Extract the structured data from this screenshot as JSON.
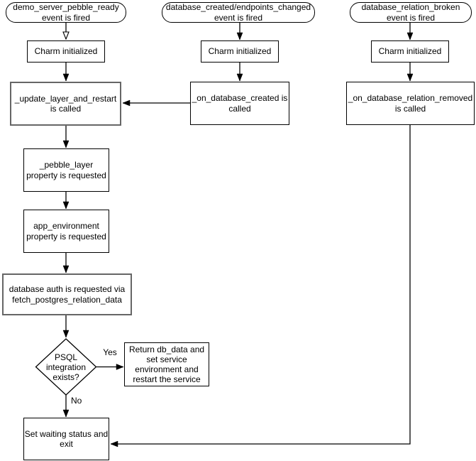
{
  "diagram": {
    "type": "flowchart",
    "colors": {
      "background": "#ffffff",
      "node_fill": "#ffffff",
      "node_border": "#000000",
      "emphasis_border": "#666666",
      "text": "#000000"
    },
    "nodes": {
      "event_pebble_ready": {
        "shape": "rounded",
        "lines": [
          "demo_server_pebble_ready",
          "event is fired"
        ]
      },
      "event_database_created": {
        "shape": "rounded",
        "lines": [
          "database_created/endpoints_changed",
          "event is fired"
        ]
      },
      "event_relation_broken": {
        "shape": "rounded",
        "lines": [
          "database_relation_broken",
          "event is fired"
        ]
      },
      "charm_initialized_1": {
        "shape": "rect",
        "lines": [
          "Charm initialized"
        ]
      },
      "charm_initialized_2": {
        "shape": "rect",
        "lines": [
          "Charm initialized"
        ]
      },
      "charm_initialized_3": {
        "shape": "rect",
        "lines": [
          "Charm initialized"
        ]
      },
      "update_layer_and_restart": {
        "shape": "rect",
        "lines": [
          "_update_layer_and_restart",
          "is called"
        ]
      },
      "on_database_created": {
        "shape": "rect",
        "lines": [
          "_on_database_created is",
          "called"
        ]
      },
      "on_database_relation_removed": {
        "shape": "rect",
        "lines": [
          "_on_database_relation_removed",
          "is called"
        ]
      },
      "pebble_layer": {
        "shape": "rect",
        "lines": [
          "_pebble_layer",
          "property is requested"
        ]
      },
      "app_environment": {
        "shape": "rect",
        "lines": [
          "app_environment",
          "property is requested"
        ]
      },
      "database_auth": {
        "shape": "rect",
        "lines": [
          "database auth is requested via",
          "fetch_postgres_relation_data"
        ]
      },
      "psql_integration": {
        "shape": "diamond",
        "lines": [
          "PSQL",
          "integration",
          "exists?"
        ]
      },
      "return_db_data": {
        "shape": "rect",
        "lines": [
          "Return db_data and",
          "set service",
          "environment and",
          "restart the service"
        ]
      },
      "set_waiting_status": {
        "shape": "rect",
        "lines": [
          "Set waiting status and",
          "exit"
        ]
      }
    },
    "edge_labels": {
      "yes": "Yes",
      "no": "No"
    }
  }
}
